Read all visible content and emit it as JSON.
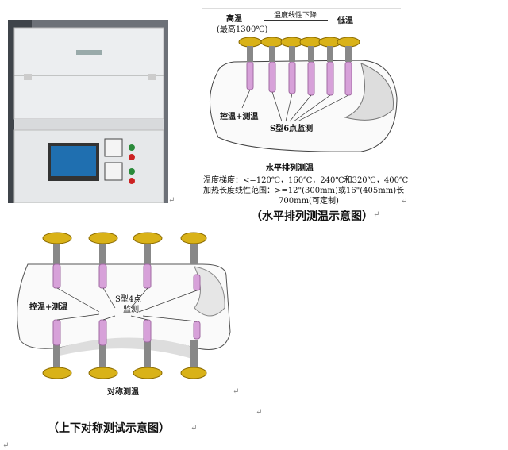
{
  "horizontal": {
    "high_temp": "高温",
    "max_temp": "(最高1300℃)",
    "gradient_arrow": "温度线性下降",
    "low_temp": "低温",
    "control_label": "控温+测温",
    "sensor_label": "S型6点监测",
    "title": "水平排列测温",
    "gradient_line": "温度梯度：<=120℃，160℃，240℃和320℃，400℃",
    "length_line1": "加热长度线性范围：>=12\"(300mm)或16\"(405mm)长",
    "length_line2": "700mm(可定制)",
    "caption": "（水平排列测温示意图）"
  },
  "vertical": {
    "control_label": "控温+测温",
    "sensor_label1": "S型4点",
    "sensor_label2": "监测",
    "title": "对称测温",
    "caption": "（上下对称测试示意图）"
  },
  "paragraph_mark": "↵"
}
